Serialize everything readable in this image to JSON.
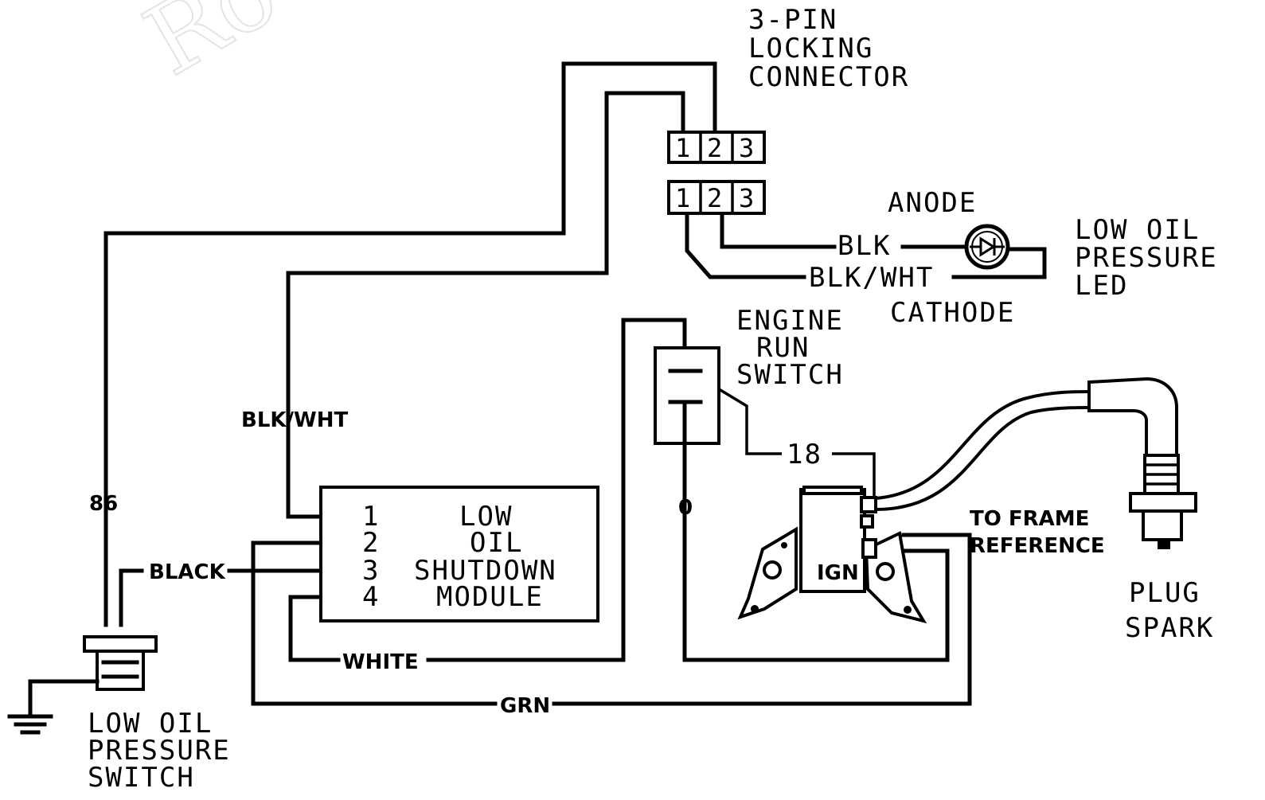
{
  "watermark": "Ro",
  "connector": {
    "label_lines": [
      "3-PIN",
      "LOCKING",
      "CONNECTOR"
    ],
    "pins_top": [
      "1",
      "2",
      "3"
    ],
    "pins_bottom": [
      "1",
      "2",
      "3"
    ]
  },
  "led": {
    "anode": "ANODE",
    "cathode": "CATHODE",
    "label_lines": [
      "LOW OIL",
      "PRESSURE",
      "LED"
    ]
  },
  "engine_switch": {
    "label_lines": [
      "ENGINE",
      "RUN",
      "SWITCH"
    ]
  },
  "module": {
    "title_lines": [
      "LOW",
      "OIL",
      "SHUTDOWN",
      "MODULE"
    ],
    "pins": [
      "1",
      "2",
      "3",
      "4"
    ]
  },
  "pressure_switch": {
    "label_lines": [
      "LOW OIL",
      "PRESSURE",
      "SWITCH"
    ]
  },
  "spark_plug": {
    "label_lines": [
      "PLUG",
      "SPARK"
    ]
  },
  "ignition": {
    "label": "IGN",
    "frame_label_lines": [
      "TO FRAME",
      "REFERENCE"
    ]
  },
  "wires": {
    "blk": "BLK",
    "blk_wht_led": "BLK/WHT",
    "blk_wht_module": "BLK/WHT",
    "black": "BLACK",
    "white": "WHITE",
    "grn": "GRN",
    "w86": "86",
    "w18": "18",
    "w0": "0"
  }
}
